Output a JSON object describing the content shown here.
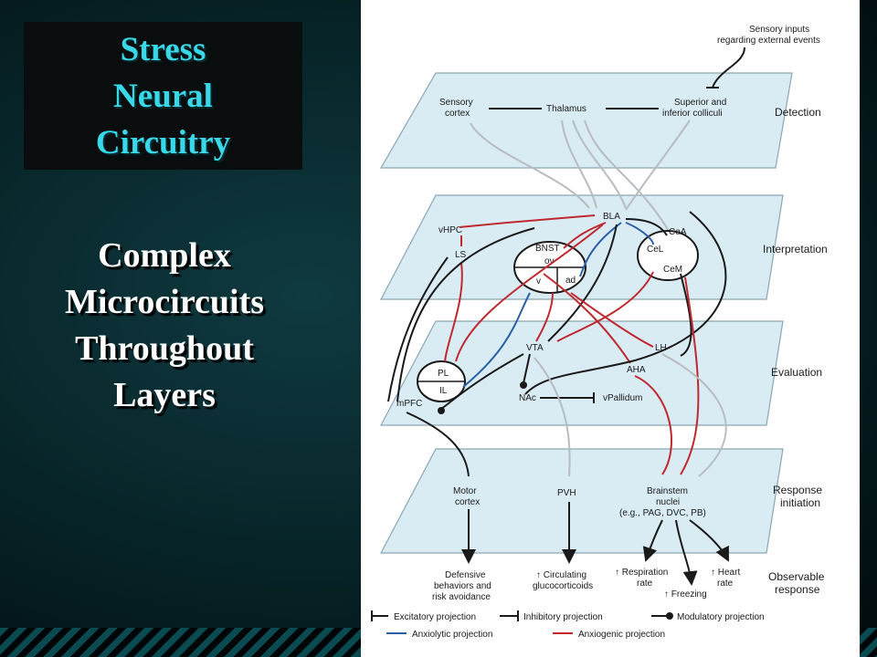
{
  "slide": {
    "title_lines": [
      "Stress",
      "Neural",
      "Circuitry"
    ],
    "subtitle_lines": [
      "Complex",
      "Microcircuits",
      "Throughout",
      "Layers"
    ]
  },
  "diagram": {
    "layers": [
      "Detection",
      "Interpretation",
      "Evaluation",
      "Response initiation",
      "Observable response"
    ],
    "response_initiation_lines": [
      "Response",
      "initiation"
    ],
    "observable_response_lines": [
      "Observable",
      "response"
    ],
    "top_input": [
      "Sensory inputs",
      "regarding external events"
    ],
    "nodes": {
      "sensory_cortex": [
        "Sensory",
        "cortex"
      ],
      "thalamus": "Thalamus",
      "colliculi": [
        "Superior and",
        "inferior colliculi"
      ],
      "bla": "BLA",
      "vhpc": "vHPC",
      "ls": "LS",
      "bnst": "BNST",
      "ov": "ov",
      "v": "v",
      "ad": "ad",
      "cea": "CeA",
      "cel": "CeL",
      "cem": "CeM",
      "vta": "VTA",
      "lh": "LH",
      "aha": "AHA",
      "pl": "PL",
      "il": "IL",
      "mpfc": "mPFC",
      "nac": "NAc",
      "vpallidum": "vPallidum",
      "motor_cortex": [
        "Motor",
        "cortex"
      ],
      "pvh": "PVH",
      "brainstem": [
        "Brainstem",
        "nuclei",
        "(e.g., PAG, DVC, PB)"
      ]
    },
    "outputs": {
      "defensive": [
        "Defensive",
        "behaviors and",
        "risk avoidance"
      ],
      "glucocorticoids": [
        "↑ Circulating",
        "glucocorticoids"
      ],
      "respiration": [
        "↑ Respiration",
        "rate"
      ],
      "freezing": "↑ Freezing",
      "heart": [
        "↑ Heart",
        "rate"
      ]
    },
    "legend": {
      "excitatory": "Excitatory projection",
      "inhibitory": "Inhibitory projection",
      "modulatory": "Modulatory projection",
      "anxiolytic": "Anxiolytic projection",
      "anxiogenic": "Anxiogenic projection"
    },
    "colors": {
      "anxiolytic": "#2a5fa8",
      "anxiogenic": "#c0282f",
      "excitatory": "#1a1a1a",
      "neutral": "#b8bcc0",
      "plane": "#d9ebf3"
    }
  }
}
